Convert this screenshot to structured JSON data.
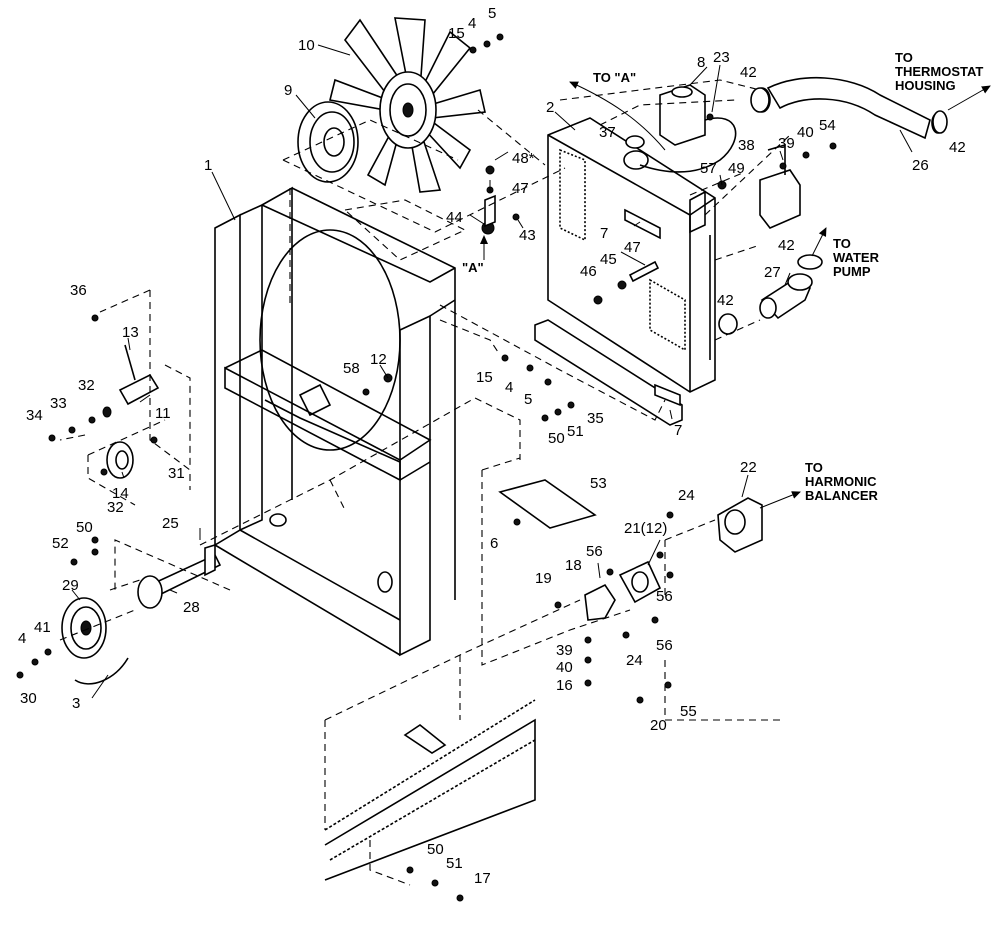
{
  "callouts": [
    {
      "id": "c1",
      "text": "1"
    },
    {
      "id": "c2",
      "text": "2"
    },
    {
      "id": "c3",
      "text": "3"
    },
    {
      "id": "c4a",
      "text": "4"
    },
    {
      "id": "c4b",
      "text": "4"
    },
    {
      "id": "c4c",
      "text": "4"
    },
    {
      "id": "c5a",
      "text": "5"
    },
    {
      "id": "c5b",
      "text": "5"
    },
    {
      "id": "c6",
      "text": "6"
    },
    {
      "id": "c7a",
      "text": "7"
    },
    {
      "id": "c7b",
      "text": "7"
    },
    {
      "id": "c8",
      "text": "8"
    },
    {
      "id": "c9",
      "text": "9"
    },
    {
      "id": "c10",
      "text": "10"
    },
    {
      "id": "c11",
      "text": "11"
    },
    {
      "id": "c12",
      "text": "12"
    },
    {
      "id": "c13",
      "text": "13"
    },
    {
      "id": "c14",
      "text": "14"
    },
    {
      "id": "c15a",
      "text": "15"
    },
    {
      "id": "c15b",
      "text": "15"
    },
    {
      "id": "c16",
      "text": "16"
    },
    {
      "id": "c17",
      "text": "17"
    },
    {
      "id": "c18",
      "text": "18"
    },
    {
      "id": "c19",
      "text": "19"
    },
    {
      "id": "c20",
      "text": "20"
    },
    {
      "id": "c21",
      "text": "21(12)"
    },
    {
      "id": "c22",
      "text": "22"
    },
    {
      "id": "c23",
      "text": "23"
    },
    {
      "id": "c24a",
      "text": "24"
    },
    {
      "id": "c24b",
      "text": "24"
    },
    {
      "id": "c25",
      "text": "25"
    },
    {
      "id": "c26",
      "text": "26"
    },
    {
      "id": "c27",
      "text": "27"
    },
    {
      "id": "c28",
      "text": "28"
    },
    {
      "id": "c29",
      "text": "29"
    },
    {
      "id": "c30",
      "text": "30"
    },
    {
      "id": "c31",
      "text": "31"
    },
    {
      "id": "c32a",
      "text": "32"
    },
    {
      "id": "c32b",
      "text": "32"
    },
    {
      "id": "c33",
      "text": "33"
    },
    {
      "id": "c34",
      "text": "34"
    },
    {
      "id": "c35",
      "text": "35"
    },
    {
      "id": "c36",
      "text": "36"
    },
    {
      "id": "c37",
      "text": "37"
    },
    {
      "id": "c38",
      "text": "38"
    },
    {
      "id": "c39a",
      "text": "39"
    },
    {
      "id": "c39b",
      "text": "39"
    },
    {
      "id": "c40a",
      "text": "40"
    },
    {
      "id": "c40b",
      "text": "40"
    },
    {
      "id": "c41",
      "text": "41"
    },
    {
      "id": "c42a",
      "text": "42"
    },
    {
      "id": "c42b",
      "text": "42"
    },
    {
      "id": "c42c",
      "text": "42"
    },
    {
      "id": "c42d",
      "text": "42"
    },
    {
      "id": "c43",
      "text": "43"
    },
    {
      "id": "c44",
      "text": "44"
    },
    {
      "id": "c45",
      "text": "45"
    },
    {
      "id": "c46",
      "text": "46"
    },
    {
      "id": "c47a",
      "text": "47"
    },
    {
      "id": "c47b",
      "text": "47"
    },
    {
      "id": "c48",
      "text": "48*"
    },
    {
      "id": "c49",
      "text": "49"
    },
    {
      "id": "c50a",
      "text": "50"
    },
    {
      "id": "c50b",
      "text": "50"
    },
    {
      "id": "c50c",
      "text": "50"
    },
    {
      "id": "c51a",
      "text": "51"
    },
    {
      "id": "c51b",
      "text": "51"
    },
    {
      "id": "c52",
      "text": "52"
    },
    {
      "id": "c53",
      "text": "53"
    },
    {
      "id": "c54",
      "text": "54"
    },
    {
      "id": "c55",
      "text": "55"
    },
    {
      "id": "c56a",
      "text": "56"
    },
    {
      "id": "c56b",
      "text": "56"
    },
    {
      "id": "c56c",
      "text": "56"
    },
    {
      "id": "c57",
      "text": "57"
    },
    {
      "id": "c58",
      "text": "58"
    }
  ],
  "notes": {
    "to_a": "TO \"A\"",
    "view_a": "\"A\"",
    "thermostat": [
      "TO",
      "THERMOSTAT",
      "HOUSING"
    ],
    "water_pump": [
      "TO",
      "WATER",
      "PUMP"
    ],
    "harmonic": [
      "TO",
      "HARMONIC",
      "BALANCER"
    ]
  }
}
